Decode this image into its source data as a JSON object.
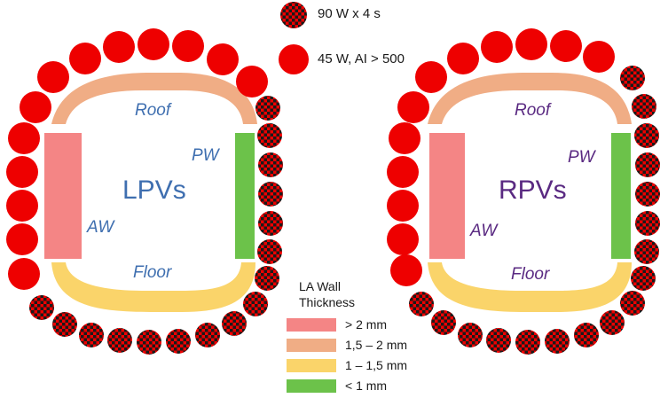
{
  "legend_top": {
    "dot_90w": "90 W x 4 s",
    "dot_45w": "45 W, AI > 500"
  },
  "left": {
    "title": "LPVs",
    "roof": "Roof",
    "pw": "PW",
    "aw": "AW",
    "floor": "Floor"
  },
  "right": {
    "title": "RPVs",
    "roof": "Roof",
    "pw": "PW",
    "aw": "AW",
    "floor": "Floor"
  },
  "wall_legend": {
    "title_line1": "LA Wall",
    "title_line2": "Thickness",
    "items": [
      {
        "label": "> 2 mm",
        "color": "#f48585"
      },
      {
        "label": "1,5 – 2 mm",
        "color": "#f0ad85"
      },
      {
        "label": "1 – 1,5 mm",
        "color": "#fad46a"
      },
      {
        "label": "< 1 mm",
        "color": "#6cc24a"
      }
    ]
  },
  "colors": {
    "left_text": "#3f6fb0",
    "right_text": "#5a2a82",
    "dot_red": "#ee0000",
    "dot_checker": "#1a1a1a"
  }
}
